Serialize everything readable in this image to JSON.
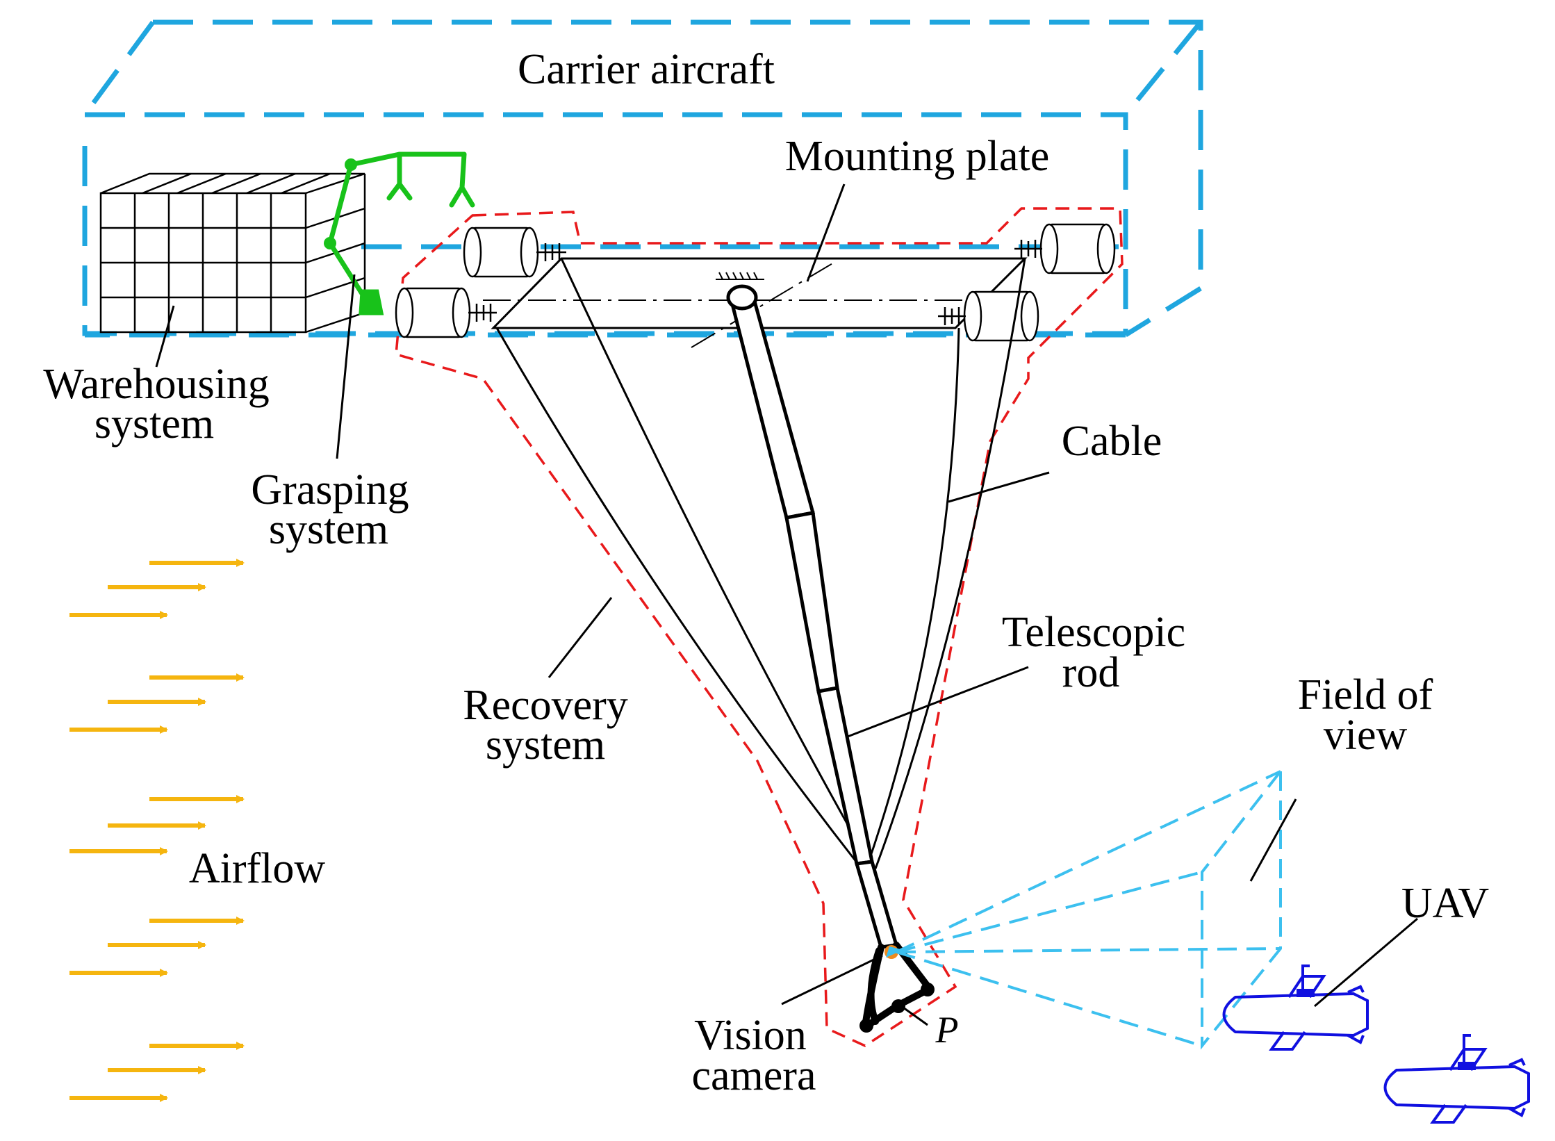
{
  "labels": {
    "carrier_aircraft": "Carrier aircraft",
    "mounting_plate": "Mounting plate",
    "warehousing_1": "Warehousing",
    "warehousing_2": "system",
    "grasping_1": "Grasping",
    "grasping_2": "system",
    "cable": "Cable",
    "telescopic_1": "Telescopic",
    "telescopic_2": "rod",
    "recovery_1": "Recovery",
    "recovery_2": "system",
    "field_1": "Field of",
    "field_2": "view",
    "airflow": "Airflow",
    "uav": "UAV",
    "vision_1": "Vision",
    "vision_2": "camera",
    "point_p": "P"
  },
  "colors": {
    "carrier_box": "#1fa6df",
    "recovery_outline": "#e8191b",
    "grasping_arm": "#18c21a",
    "airflow": "#f5b50f",
    "field_of_view": "#3cc0ef",
    "uav": "#1010e0",
    "camera_dot": "#f08a1c",
    "line": "#000000"
  }
}
